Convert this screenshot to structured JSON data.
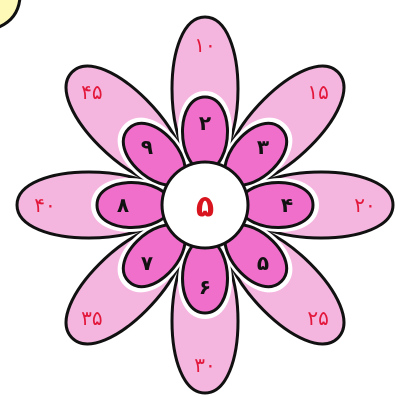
{
  "flower": {
    "center": "۵",
    "inner_petals": [
      "۲",
      "۳",
      "۴",
      "۵",
      "۶",
      "۷",
      "۸",
      "۹"
    ],
    "outer_petals": [
      "۱۰",
      "۱۵",
      "۲۰",
      "۲۵",
      "۳۰",
      "۳۵",
      "۴۰",
      "۴۵"
    ]
  },
  "colors": {
    "outer_petal": "#f4b6df",
    "inner_petal": "#ef6fcb",
    "outline": "#111111",
    "outer_number": "#e3173b",
    "center_number": "#d8141e",
    "corner_bubble": "#fff9b8"
  }
}
